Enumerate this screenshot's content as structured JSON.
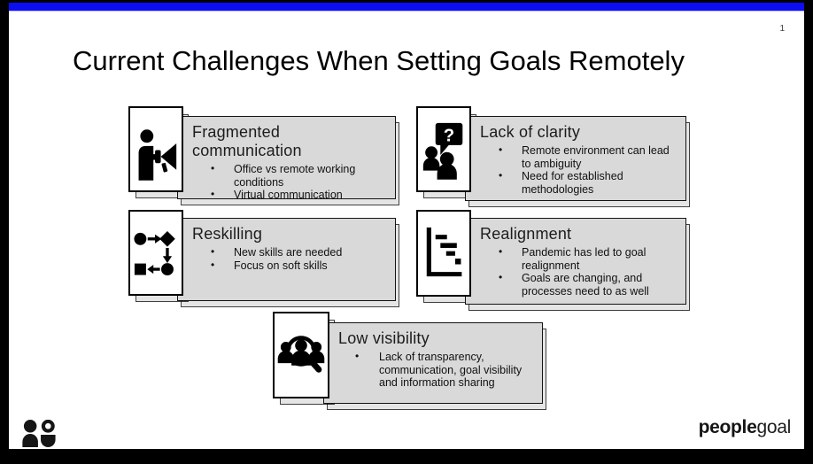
{
  "page": {
    "number": "1"
  },
  "title": "Current Challenges When Setting Goals Remotely",
  "colors": {
    "accent_bar": "#0d0df2",
    "box_fill": "#d9d9d9",
    "frame": "#000000",
    "slide_background": "#ffffff"
  },
  "boxes": [
    {
      "id": "fragmented-communication",
      "icon": "megaphone-person-icon",
      "title": "Fragmented communication",
      "bullets": [
        "Office vs remote working conditions",
        "Virtual communication"
      ]
    },
    {
      "id": "lack-of-clarity",
      "icon": "question-bubble-people-icon",
      "icon_glyph": "?",
      "title": "Lack of clarity",
      "bullets": [
        "Remote environment can lead to ambiguity",
        "Need for established methodologies"
      ]
    },
    {
      "id": "reskilling",
      "icon": "flowchart-icon",
      "title": "Reskilling",
      "bullets": [
        "New skills are needed",
        "Focus on soft skills"
      ]
    },
    {
      "id": "realignment",
      "icon": "gantt-chart-icon",
      "title": "Realignment",
      "bullets": [
        "Pandemic has led to goal realignment",
        "Goals are changing, and processes need to as well"
      ]
    },
    {
      "id": "low-visibility",
      "icon": "people-magnifier-icon",
      "title": "Low visibility",
      "bullets": [
        "Lack of transparency, communication, goal visibility and information sharing"
      ]
    }
  ],
  "footer": {
    "logo_mark": "peoplegoal-mark-icon",
    "logo_text_bold": "people",
    "logo_text_light": "goal"
  },
  "bullet_marker": "•"
}
